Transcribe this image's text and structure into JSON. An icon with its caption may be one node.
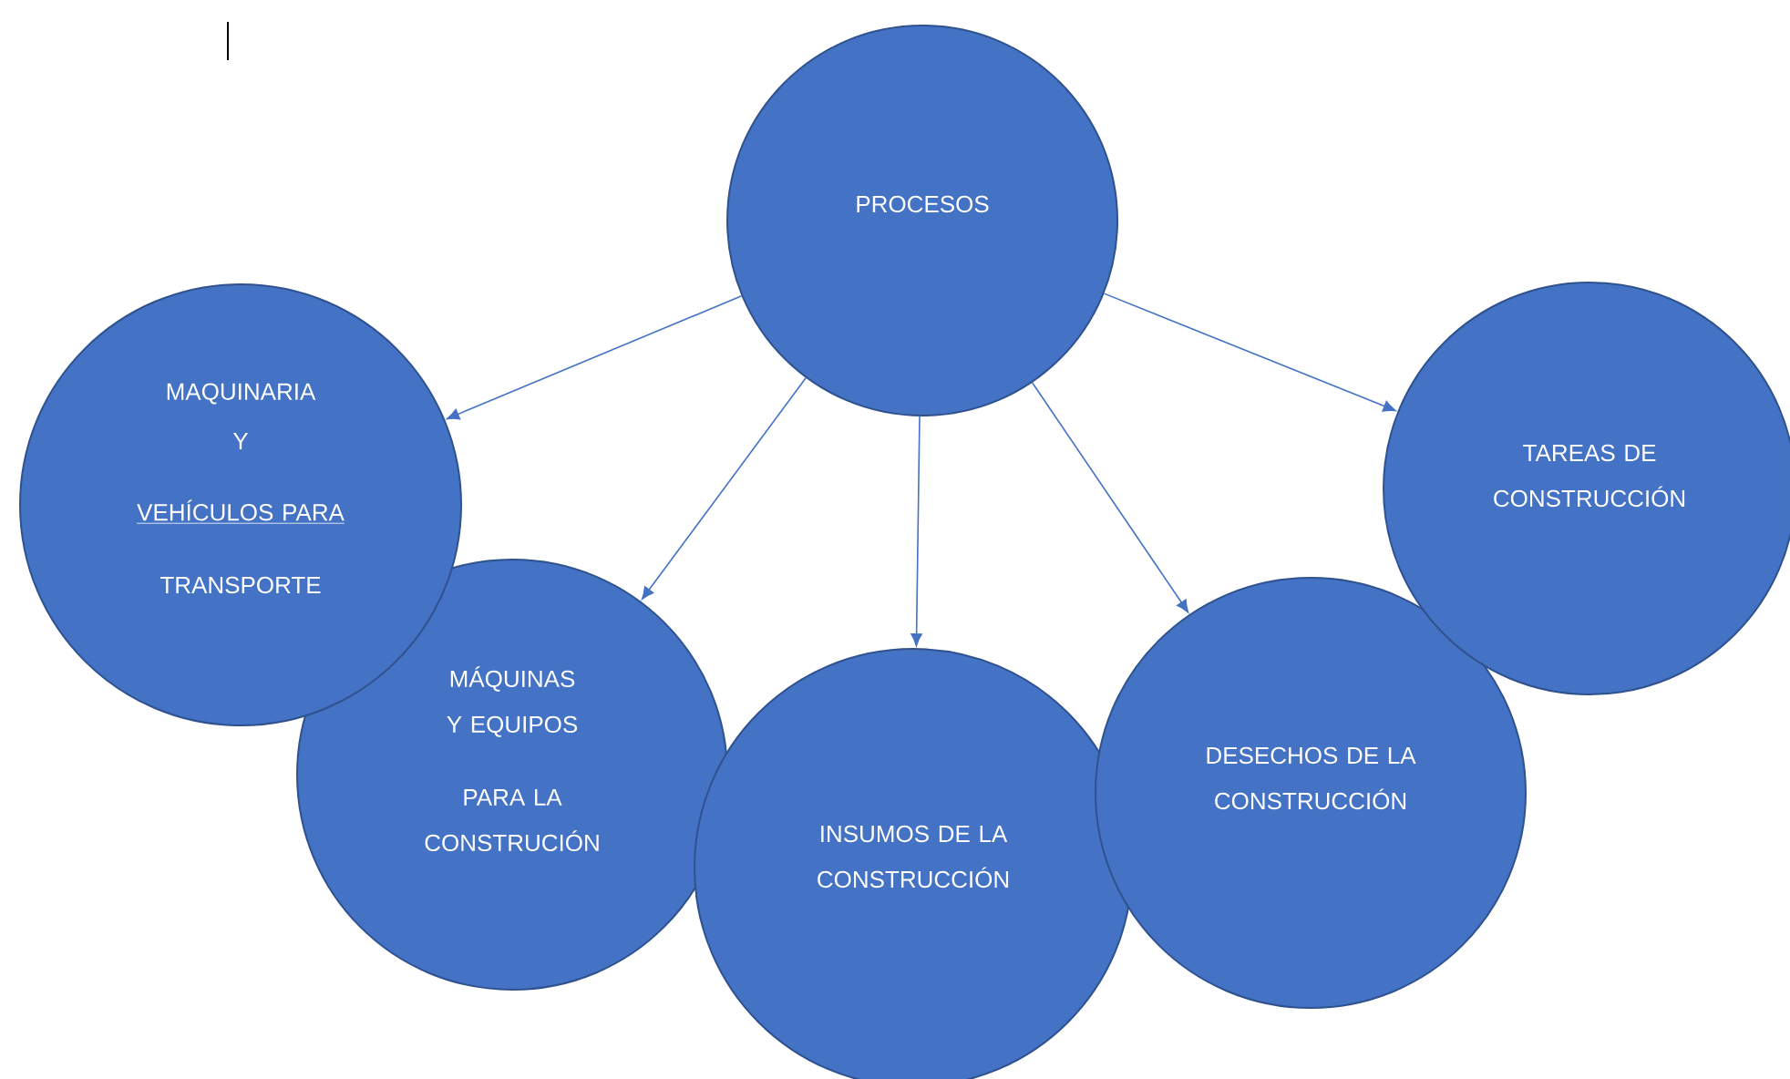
{
  "diagram": {
    "nodes": [
      {
        "text": [
          "PROCESOS"
        ]
      },
      {
        "text": [
          "MAQUINARIA",
          "Y",
          "VEHÍCULOS PARA",
          "TRANSPORTE"
        ]
      },
      {
        "text": [
          "MÁQUINAS Y EQUIPOS",
          "PARA LA CONSTRUCIÓN"
        ]
      },
      {
        "text": [
          "INSUMOS DE LA CONSTRUCCIÓN"
        ]
      },
      {
        "text": [
          "DESECHOS DE LA CONSTRUCCIÓN"
        ]
      },
      {
        "text": [
          "TAREAS DE CONSTRUCCIÓN"
        ]
      }
    ],
    "edges": [
      {
        "from": 0,
        "to": 1,
        "arrow": "to"
      },
      {
        "from": 0,
        "to": 2,
        "arrow": "to"
      },
      {
        "from": 0,
        "to": 3,
        "arrow": "to"
      },
      {
        "from": 0,
        "to": 4,
        "arrow": "to"
      },
      {
        "from": 0,
        "to": 5,
        "arrow": "to"
      }
    ]
  }
}
